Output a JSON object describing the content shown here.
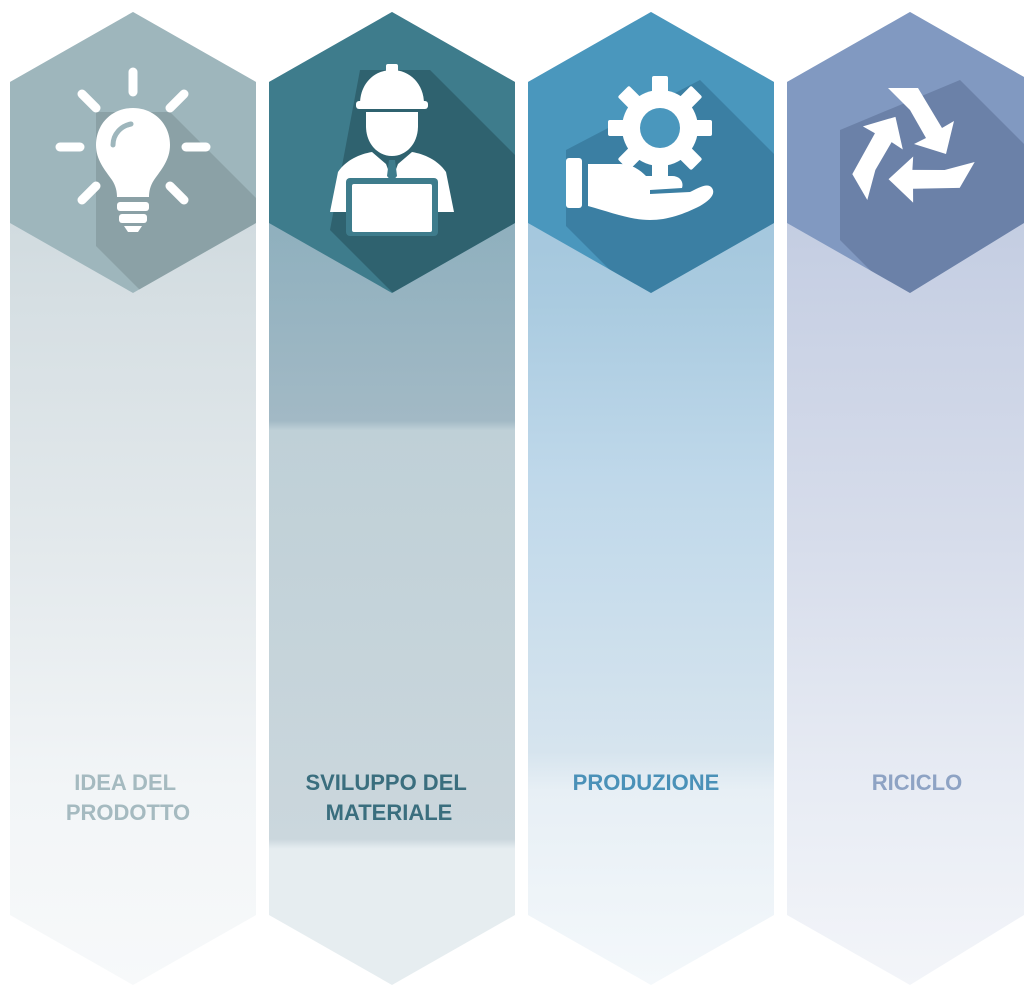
{
  "steps": [
    {
      "label_lines": [
        "IDEA DEL",
        "PRODOTTO"
      ],
      "icon": "lightbulb-icon",
      "colors": {
        "hex": "#9eb6bc",
        "shadow": "#7b8f94",
        "label": "#a5bac0",
        "body": [
          "#c3d0d5",
          "#d6dfe3",
          "#e3e9ec",
          "#f2f5f7",
          "#f7f9fa"
        ]
      }
    },
    {
      "label_lines": [
        "SVILUPPO DEL",
        "MATERIALE"
      ],
      "icon": "engineer-laptop-icon",
      "colors": {
        "hex": "#3e7c8c",
        "shadow": "#2b5966",
        "label": "#3a6e7e",
        "body": [
          "#8eacba",
          "#8fb0be",
          "#a2b9c5",
          "#bfd0d7",
          "#cbd7dd",
          "#e6edf0"
        ]
      }
    },
    {
      "label_lines": [
        "PRODUZIONE"
      ],
      "icon": "hand-gear-icon",
      "colors": {
        "hex": "#4a97bd",
        "shadow": "#326f91",
        "label": "#4a91b8",
        "body": [
          "#95bdd6",
          "#aacbe0",
          "#bfd8ea",
          "#d6e4ee",
          "#e7eff5",
          "#f4f8fb"
        ]
      }
    },
    {
      "label_lines": [
        "RICICLO"
      ],
      "icon": "recycle-icon",
      "colors": {
        "hex": "#8199c1",
        "shadow": "#5d7198",
        "label": "#8ea3c4",
        "body": [
          "#b2bfd9",
          "#c6cfe3",
          "#d7ddeb",
          "#e8ecf4",
          "#f3f5f9"
        ]
      }
    }
  ]
}
